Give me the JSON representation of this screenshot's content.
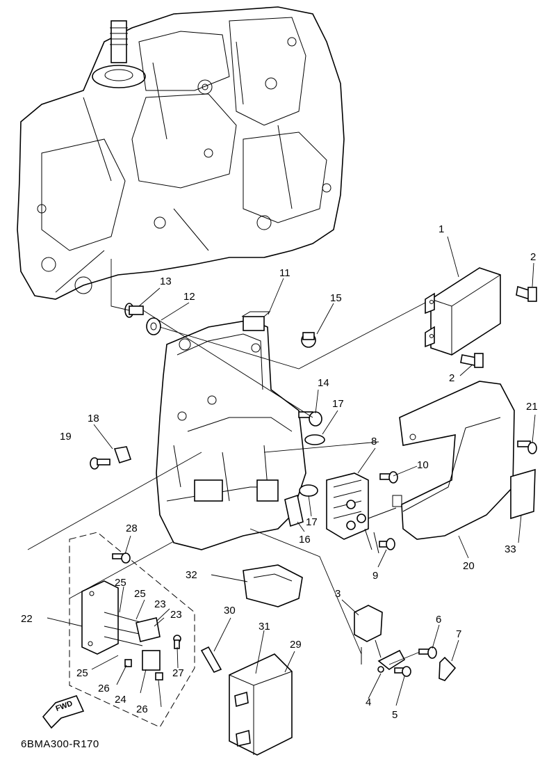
{
  "labels": {
    "p1": "1",
    "p2a": "2",
    "p2b": "2",
    "p3": "3",
    "p4": "4",
    "p5": "5",
    "p6": "6",
    "p7": "7",
    "p8": "8",
    "p9": "9",
    "p10": "10",
    "p11": "11",
    "p12": "12",
    "p13": "13",
    "p14": "14",
    "p15": "15",
    "p16": "16",
    "p17a": "17",
    "p17b": "17",
    "p18": "18",
    "p19": "19",
    "p20": "20",
    "p21": "21",
    "p22": "22",
    "p23a": "23",
    "p23b": "23",
    "p24": "24",
    "p25a": "25",
    "p25b": "25",
    "p25c": "25",
    "p26a": "26",
    "p26b": "26",
    "p27": "27",
    "p28": "28",
    "p29": "29",
    "p30": "30",
    "p31": "31",
    "p32": "32",
    "p33": "33"
  },
  "fwd_arrow": "FWD",
  "diagram_ref": "6BMA300-R170",
  "colors": {
    "line": "#000000",
    "paper": "#ffffff"
  }
}
